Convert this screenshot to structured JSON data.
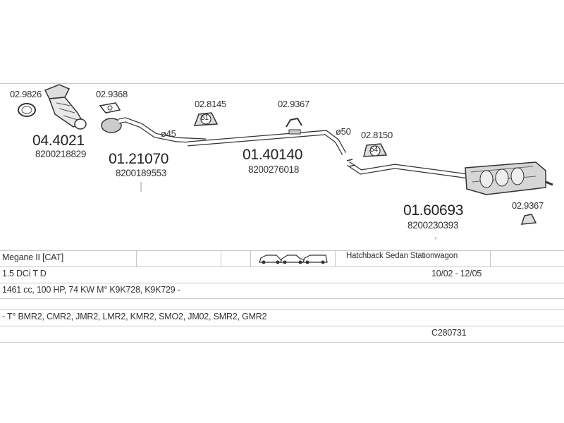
{
  "parts": [
    {
      "ref": "02.9826"
    },
    {
      "ref": "04.4021",
      "oem": "8200218829"
    },
    {
      "ref": "02.9368"
    },
    {
      "ref": "01.21070",
      "oem": "8200189553"
    },
    {
      "ref": "02.8145",
      "badge": "51"
    },
    {
      "ref": "02.9367"
    },
    {
      "ref": "01.40140",
      "oem": "8200276018"
    },
    {
      "ref": "02.8150",
      "badge": "54"
    },
    {
      "ref": "01.60693",
      "oem": "8200230393"
    },
    {
      "ref": "02.9367"
    }
  ],
  "diameters": {
    "d1": "ø45",
    "d2": "ø50"
  },
  "table": {
    "model": "Megane II  [CAT]",
    "body_types": "Hatchback Sedan Stationwagon",
    "engine": "1.5 DCi T D",
    "years": "10/02 - 12/05",
    "specs": "1461 cc, 100 HP, 74 KW M° K9K728, K9K729 -",
    "codes": "- T° BMR2, CMR2, JMR2, LMR2, KMR2, SMO2, JM02, SMR2, GMR2",
    "catalog": "C280731"
  },
  "icons": [
    "hatchback-car-icon",
    "sedan-car-icon",
    "stationwagon-car-icon"
  ]
}
